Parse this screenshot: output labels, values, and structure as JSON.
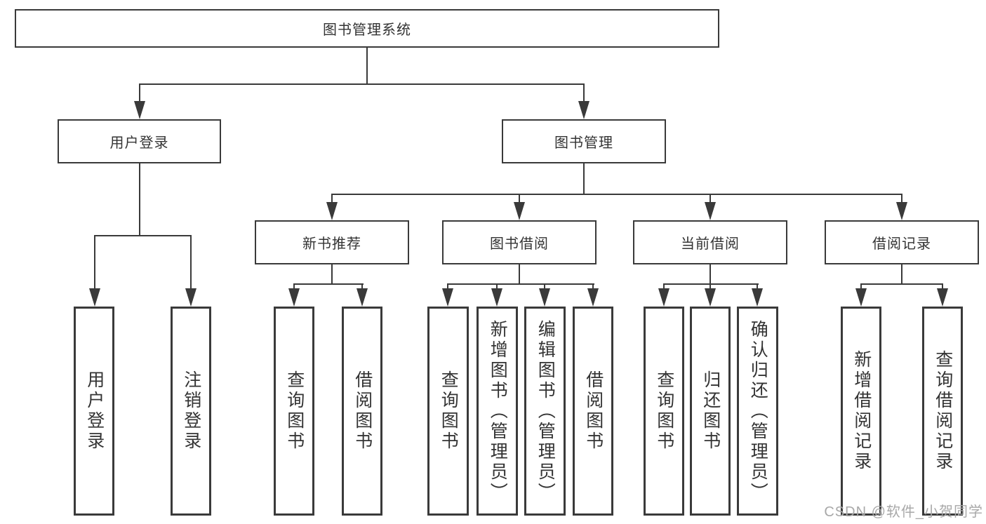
{
  "diagram": {
    "root": {
      "label": "图书管理系统"
    },
    "level2": [
      {
        "label": "用户登录"
      },
      {
        "label": "图书管理"
      }
    ],
    "level3": [
      {
        "label": "新书推荐"
      },
      {
        "label": "图书借阅"
      },
      {
        "label": "当前借阅"
      },
      {
        "label": "借阅记录"
      }
    ],
    "leaves": {
      "user_login": [
        "用户登录",
        "注销登录"
      ],
      "new_books": [
        "查询图书",
        "借阅图书"
      ],
      "book_borrow": [
        "查询图书",
        "新增图书（管理员）",
        "编辑图书（管理员）",
        "借阅图书"
      ],
      "current_borrow": [
        "查询图书",
        "归还图书",
        "确认归还（管理员）"
      ],
      "borrow_records": [
        "新增借阅记录",
        "查询借阅记录"
      ]
    }
  },
  "watermark": {
    "text": "CSDN @软件_小贺同学"
  },
  "colors": {
    "line": "#3a3a3a",
    "text": "#333333",
    "watermark": "#a8a8a8",
    "background": "#ffffff"
  }
}
